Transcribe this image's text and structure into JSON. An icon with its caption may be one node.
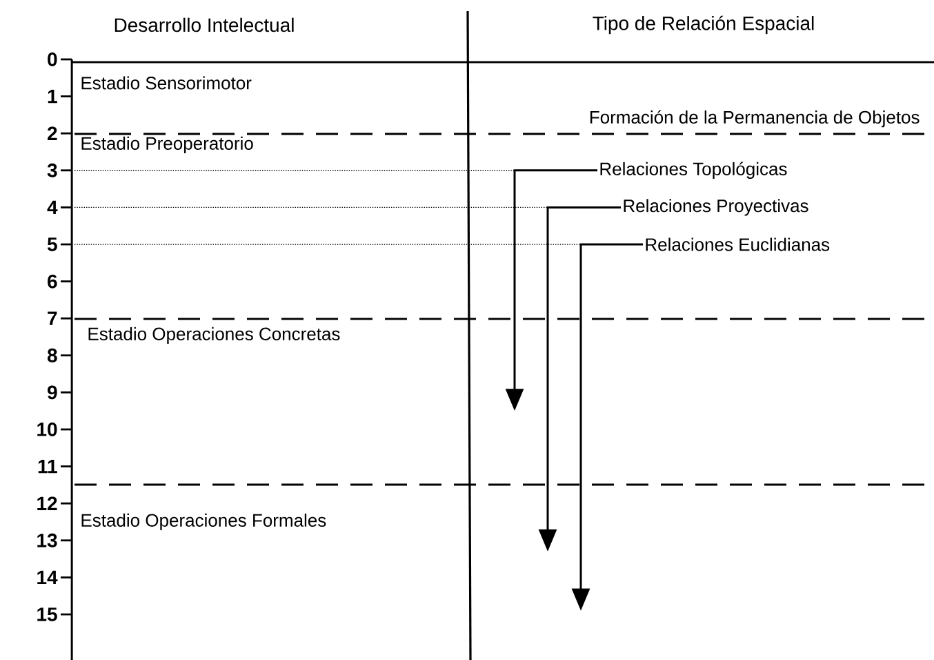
{
  "diagram": {
    "nodes": [
      {
        "text": [
          "Relaciones Topológicas"
        ]
      },
      {
        "text": [
          "Relaciones Proyectivas"
        ]
      },
      {
        "text": [
          "Relaciones Euclidianas"
        ]
      }
    ],
    "edges": [
      {
        "from": 0,
        "to": null,
        "arrow": "to"
      },
      {
        "from": 1,
        "to": null,
        "arrow": "to"
      },
      {
        "from": 2,
        "to": null,
        "arrow": "to"
      }
    ],
    "labels": [
      "Desarrollo Intelectual",
      "Tipo de Relación Espacial",
      "0",
      "Estadio Sensorimotor",
      "1",
      "2",
      "Formación de la Permanencia de Objetos",
      "Estadio Preoperatorio",
      "3",
      "4",
      "5",
      "6",
      "7",
      "Estadio Operaciones Concretas",
      "8",
      "9",
      "10",
      "11",
      "12",
      "Estadio Operaciones Formales",
      "13",
      "14",
      "15"
    ]
  }
}
